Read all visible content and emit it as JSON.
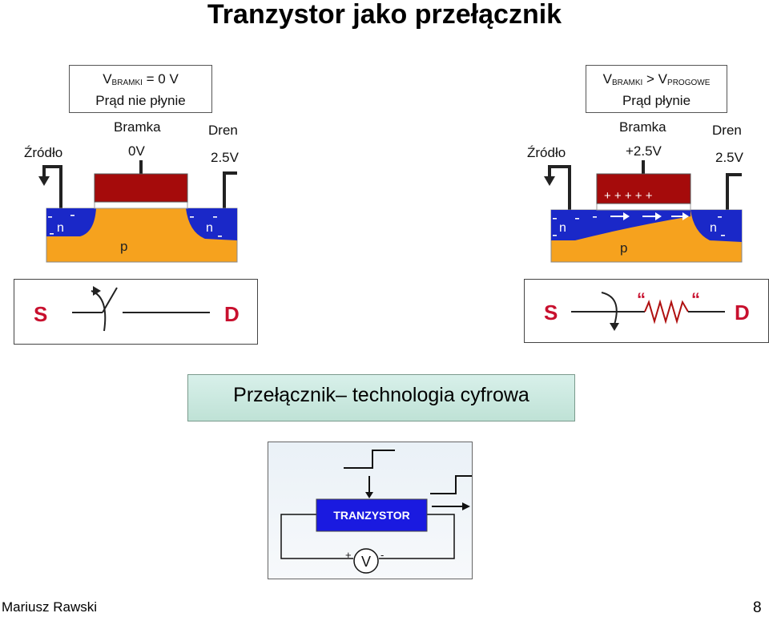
{
  "title": "Tranzystor jako przełącznik",
  "left_state": {
    "line1_v": "V",
    "line1_sub": "BRAMKI",
    "line1_rest": " = 0 V",
    "line2": "Prąd nie płynie"
  },
  "right_state": {
    "line1_v": "V",
    "line1_sub": "BRAMKI",
    "line1_mid": " > V",
    "line1_sub2": "PROGOWE",
    "line2": "Prąd płynie"
  },
  "left_labels": {
    "source": "Źródło",
    "gate": "Bramka",
    "gate_voltage": "0V",
    "drain": "Dren",
    "drain_voltage": "2.5V",
    "n_left": "n",
    "n_right": "n",
    "p": "p"
  },
  "right_labels": {
    "source": "Źródło",
    "gate": "Bramka",
    "gate_voltage": "+2.5V",
    "drain": "Dren",
    "drain_voltage": "2.5V",
    "n_left": "n",
    "n_right": "n",
    "p": "p",
    "charges": "+ + + + +"
  },
  "switch_open": {
    "s": "S",
    "d": "D"
  },
  "switch_closed": {
    "s": "S",
    "d": "D"
  },
  "banner": "Przełącznik– technologia cyfrowa",
  "block_label": "TRANZYSTOR",
  "meter": {
    "plus": "+",
    "symbol": "V",
    "minus": "-"
  },
  "footer_author": "Mariusz Rawski",
  "page_number": "8",
  "colors": {
    "gate": "#a50b0b",
    "n_region": "#1a28c8",
    "p_region": "#f6a21e",
    "block": "#1a1ae0",
    "resistor": "#b01010"
  }
}
